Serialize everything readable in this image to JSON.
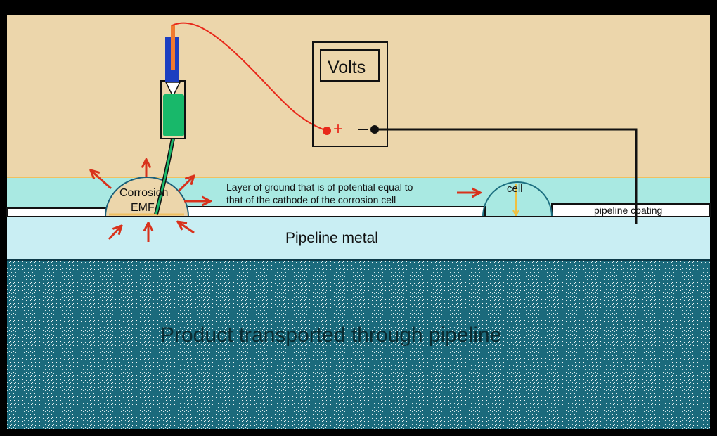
{
  "meter": {
    "title": "Volts",
    "positive_symbol": "+"
  },
  "labels": {
    "corrosion_line1": "Corrosion",
    "corrosion_line2": "EMF",
    "layer_line1": "Layer of ground that is of potential equal to",
    "layer_line2": "that of the cathode of the corrosion cell",
    "cell": "cell",
    "coating": "pipeline coating",
    "pipeline_metal": "Pipeline metal",
    "product": "Product transported through pipeline"
  },
  "colors": {
    "soil": "#ecd6ab",
    "ground_layer": "#a9e9e2",
    "pipe_metal": "#c9eef3",
    "product": "#1b6a7c",
    "wire_red": "#e8281a",
    "arrow_red": "#d8321c",
    "electrode_blue": "#1c3fc0",
    "electrode_green": "#18b86a"
  }
}
